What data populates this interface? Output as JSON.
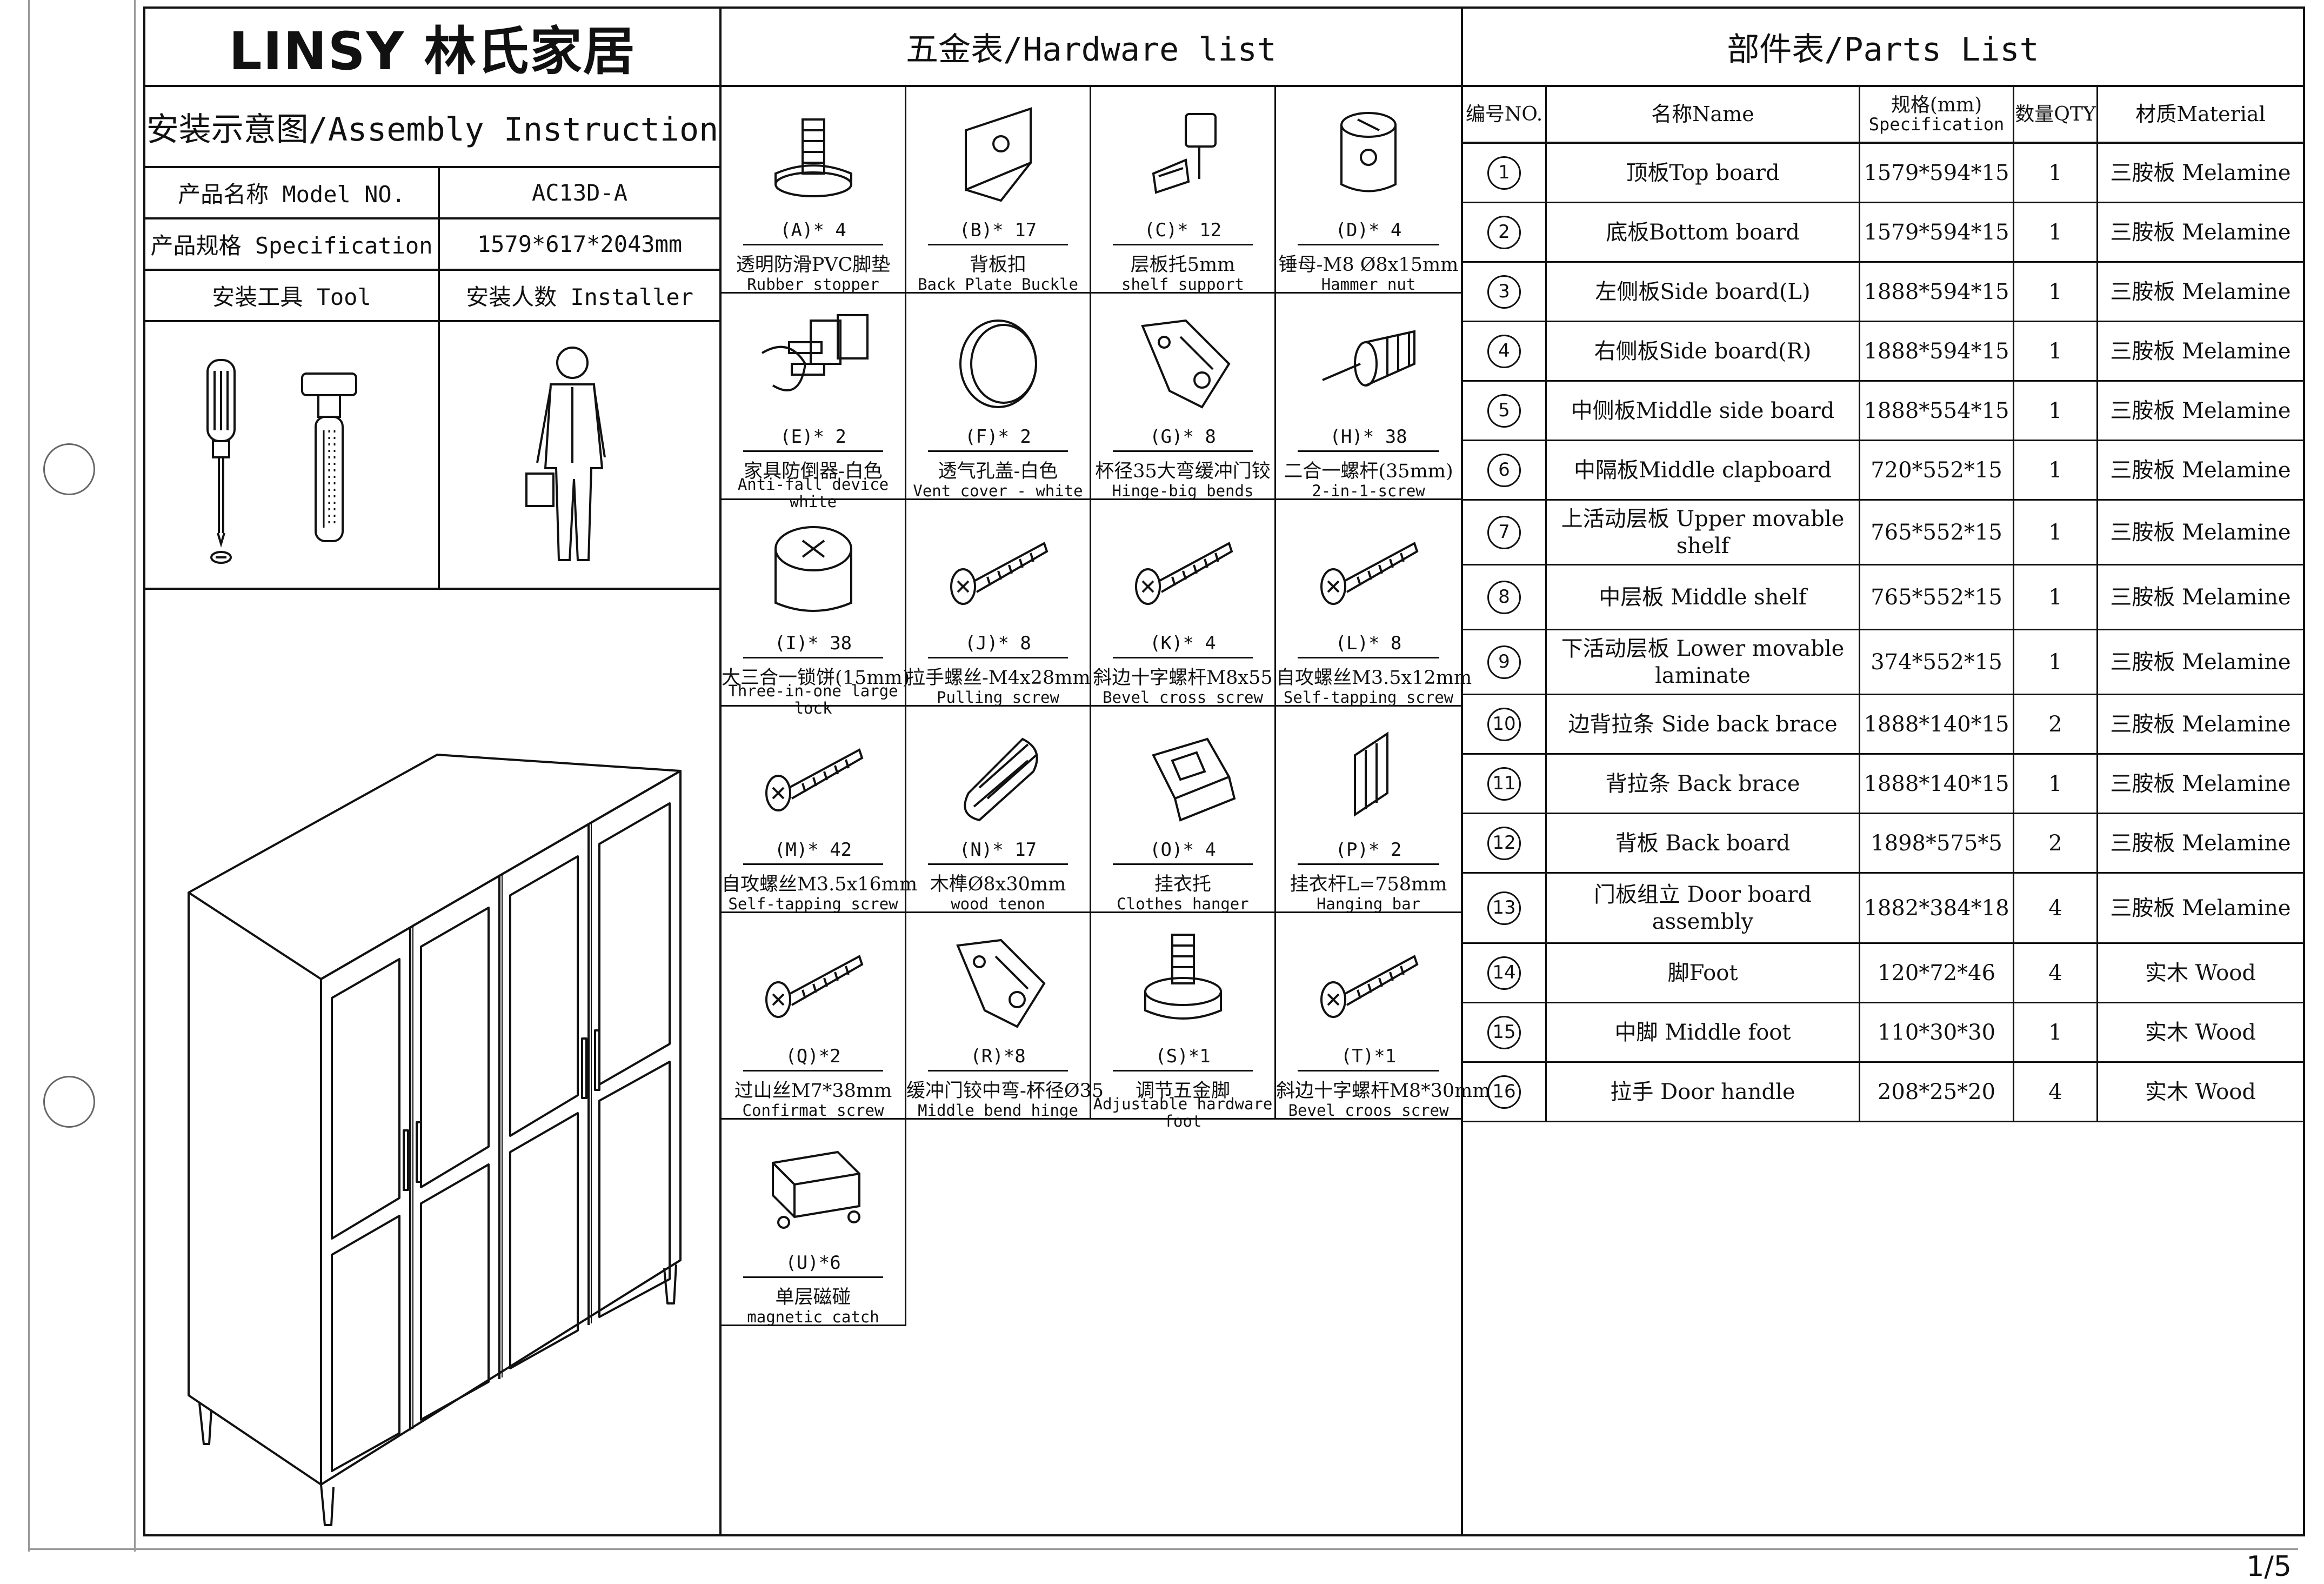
{
  "brand": {
    "logo": "LINSY 林氏家居"
  },
  "left": {
    "assembly_title": "安装示意图/Assembly Instruction",
    "rows": [
      {
        "label": "产品名称 Model NO.",
        "value": "AC13D-A"
      },
      {
        "label": "产品规格 Specification",
        "value": "1579*617*2043mm"
      },
      {
        "label": "安装工具 Tool",
        "value": "安装人数 Installer"
      }
    ]
  },
  "hardware": {
    "title": "五金表/Hardware list",
    "items": [
      {
        "code": "(A)* 4",
        "cn": "透明防滑PVC脚垫",
        "en": "Rubber stopper",
        "icon": "rubber-stopper-icon"
      },
      {
        "code": "(B)* 17",
        "cn": "背板扣",
        "en": "Back Plate Buckle",
        "icon": "back-plate-buckle-icon"
      },
      {
        "code": "(C)* 12",
        "cn": "层板托5mm",
        "en": "shelf support",
        "icon": "shelf-support-icon"
      },
      {
        "code": "(D)* 4",
        "cn": "锤母-M8 Ø8x15mm",
        "en": "Hammer nut",
        "icon": "hammer-nut-icon"
      },
      {
        "code": "(E)* 2",
        "cn": "家具防倒器-白色",
        "en": "Anti-fall device white",
        "icon": "anti-fall-device-icon"
      },
      {
        "code": "(F)* 2",
        "cn": "透气孔盖-白色",
        "en": "Vent cover - white",
        "icon": "vent-cover-icon"
      },
      {
        "code": "(G)* 8",
        "cn": "杯径35大弯缓冲门铰",
        "en": "Hinge-big bends",
        "icon": "hinge-icon"
      },
      {
        "code": "(H)* 38",
        "cn": "二合一螺杆(35mm)",
        "en": "2-in-1-screw",
        "icon": "two-in-one-screw-icon"
      },
      {
        "code": "(I)* 38",
        "cn": "大三合一锁饼(15mm)",
        "en": "Three-in-one large lock",
        "icon": "cam-lock-icon"
      },
      {
        "code": "(J)* 8",
        "cn": "拉手螺丝-M4x28mm",
        "en": "Pulling screw",
        "icon": "screw-icon"
      },
      {
        "code": "(K)* 4",
        "cn": "斜边十字螺杆M8x55",
        "en": "Bevel cross screw",
        "icon": "screw-icon"
      },
      {
        "code": "(L)* 8",
        "cn": "自攻螺丝M3.5x12mm",
        "en": "Self-tapping screw",
        "icon": "screw-icon"
      },
      {
        "code": "(M)* 42",
        "cn": "自攻螺丝M3.5x16mm",
        "en": "Self-tapping screw",
        "icon": "screw-icon"
      },
      {
        "code": "(N)* 17",
        "cn": "木榫Ø8x30mm",
        "en": "wood tenon",
        "icon": "wood-dowel-icon"
      },
      {
        "code": "(O)* 4",
        "cn": "挂衣托",
        "en": "Clothes hanger",
        "icon": "hanger-bracket-icon"
      },
      {
        "code": "(P)* 2",
        "cn": "挂衣杆L=758mm",
        "en": "Hanging bar",
        "icon": "hanging-bar-icon"
      },
      {
        "code": "(Q)*2",
        "cn": "过山丝M7*38mm",
        "en": "Confirmat screw",
        "icon": "screw-icon"
      },
      {
        "code": "(R)*8",
        "cn": "缓冲门铰中弯-杯径Ø35",
        "en": "Middle bend hinge",
        "icon": "hinge-icon"
      },
      {
        "code": "(S)*1",
        "cn": "调节五金脚",
        "en": "Adjustable hardware foot",
        "icon": "adjustable-foot-icon"
      },
      {
        "code": "(T)*1",
        "cn": "斜边十字螺杆M8*30mm",
        "en": "Bevel croos screw",
        "icon": "screw-icon"
      },
      {
        "code": "(U)*6",
        "cn": "单层磁碰",
        "en": "magnetic catch",
        "icon": "magnetic-catch-icon"
      }
    ]
  },
  "parts": {
    "title": "部件表/Parts List",
    "headers": {
      "no": "编号NO.",
      "name": "名称Name",
      "spec_cn": "规格(mm)",
      "spec_en": "Specification",
      "qty": "数量QTY",
      "material": "材质Material"
    },
    "rows": [
      {
        "no": "1",
        "name": "顶板Top board",
        "spec": "1579*594*15",
        "qty": "1",
        "material": "三胺板 Melamine"
      },
      {
        "no": "2",
        "name": "底板Bottom board",
        "spec": "1579*594*15",
        "qty": "1",
        "material": "三胺板 Melamine"
      },
      {
        "no": "3",
        "name": "左侧板Side board(L)",
        "spec": "1888*594*15",
        "qty": "1",
        "material": "三胺板 Melamine"
      },
      {
        "no": "4",
        "name": "右侧板Side board(R)",
        "spec": "1888*594*15",
        "qty": "1",
        "material": "三胺板 Melamine"
      },
      {
        "no": "5",
        "name": "中侧板Middle side board",
        "spec": "1888*554*15",
        "qty": "1",
        "material": "三胺板 Melamine"
      },
      {
        "no": "6",
        "name": "中隔板Middle clapboard",
        "spec": "720*552*15",
        "qty": "1",
        "material": "三胺板 Melamine"
      },
      {
        "no": "7",
        "name": "上活动层板 Upper movable shelf",
        "spec": "765*552*15",
        "qty": "1",
        "material": "三胺板 Melamine"
      },
      {
        "no": "8",
        "name": "中层板 Middle shelf",
        "spec": "765*552*15",
        "qty": "1",
        "material": "三胺板 Melamine"
      },
      {
        "no": "9",
        "name": "下活动层板 Lower movable laminate",
        "spec": "374*552*15",
        "qty": "1",
        "material": "三胺板 Melamine"
      },
      {
        "no": "10",
        "name": "边背拉条 Side back brace",
        "spec": "1888*140*15",
        "qty": "2",
        "material": "三胺板 Melamine"
      },
      {
        "no": "11",
        "name": "背拉条 Back brace",
        "spec": "1888*140*15",
        "qty": "1",
        "material": "三胺板 Melamine"
      },
      {
        "no": "12",
        "name": "背板 Back board",
        "spec": "1898*575*5",
        "qty": "2",
        "material": "三胺板 Melamine"
      },
      {
        "no": "13",
        "name": "门板组立 Door board assembly",
        "spec": "1882*384*18",
        "qty": "4",
        "material": "三胺板 Melamine"
      },
      {
        "no": "14",
        "name": "脚Foot",
        "spec": "120*72*46",
        "qty": "4",
        "material": "实木 Wood"
      },
      {
        "no": "15",
        "name": "中脚 Middle foot",
        "spec": "110*30*30",
        "qty": "1",
        "material": "实木 Wood"
      },
      {
        "no": "16",
        "name": "拉手 Door handle",
        "spec": "208*25*20",
        "qty": "4",
        "material": "实木 Wood"
      }
    ]
  },
  "page_number": "1/5"
}
